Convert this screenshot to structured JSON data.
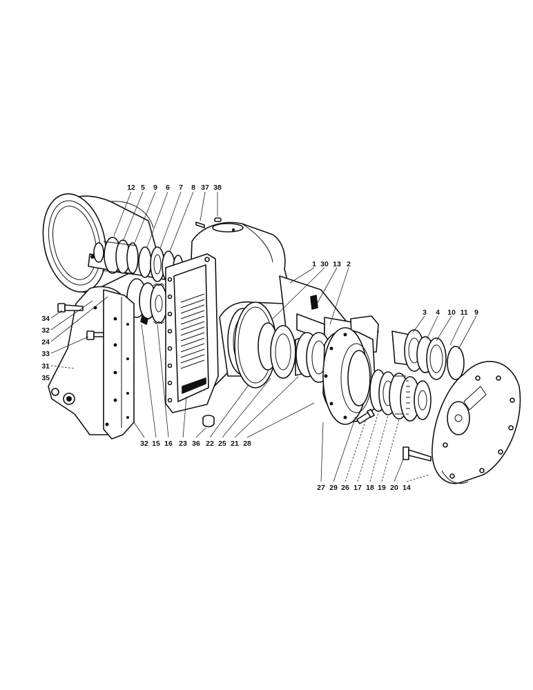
{
  "callouts": {
    "top": [
      "12",
      "5",
      "9",
      "6",
      "7",
      "8",
      "37",
      "38"
    ],
    "upper_right": [
      "1",
      "30",
      "13",
      "2"
    ],
    "far_right": [
      "3",
      "4",
      "10",
      "11",
      "9"
    ],
    "left": [
      "34",
      "32",
      "24",
      "33",
      "31",
      "35"
    ],
    "bottom_mid": [
      "32",
      "15",
      "16",
      "23",
      "36",
      "22",
      "25",
      "21",
      "28"
    ],
    "bottom_right": [
      "27",
      "29",
      "26",
      "17",
      "18",
      "19",
      "20",
      "14"
    ]
  }
}
